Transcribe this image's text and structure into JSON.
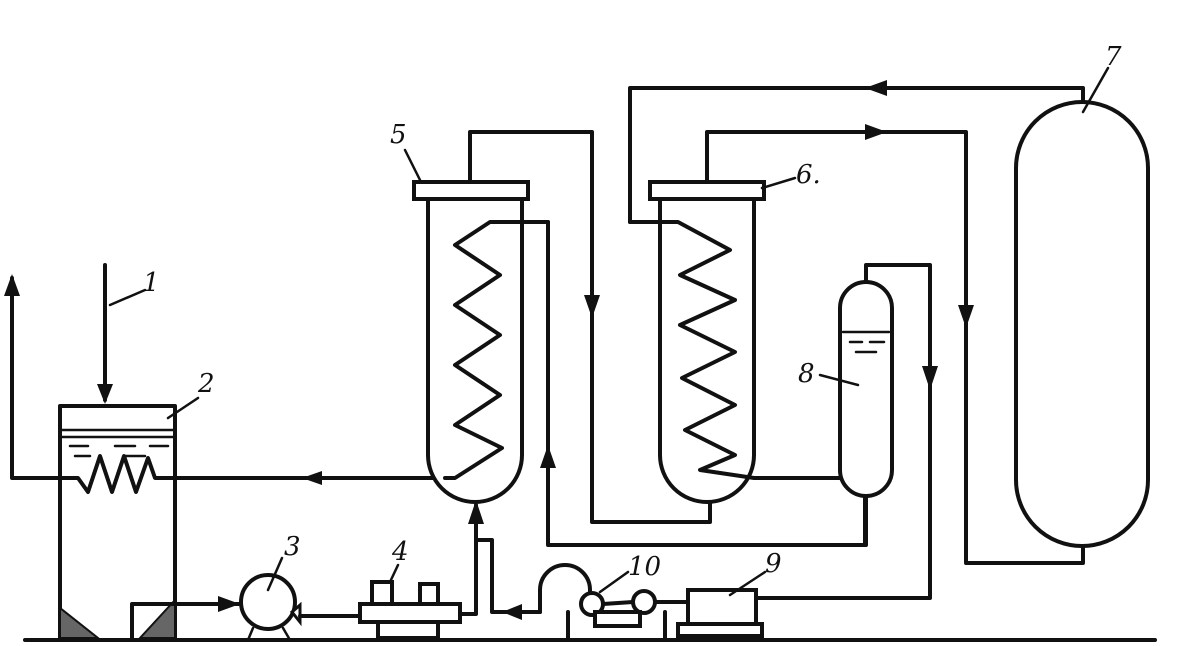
{
  "labels": {
    "l1": "1",
    "l2": "2",
    "l3": "3",
    "l4": "4",
    "l5": "5",
    "l6": "6.",
    "l7": "7",
    "l8": "8",
    "l9": "9",
    "l10": "10"
  }
}
